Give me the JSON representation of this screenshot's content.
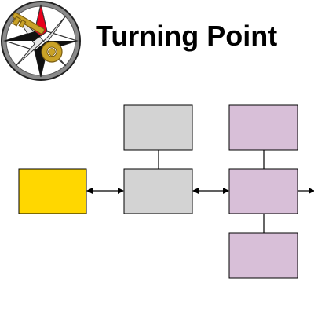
{
  "header": {
    "title": "Turning Point"
  },
  "logo": {
    "icon": "compass-key-logo"
  },
  "diagram": {
    "nodes": [
      {
        "id": "start",
        "label": "",
        "color": "#ffd700"
      },
      {
        "id": "gray-top",
        "label": "",
        "color": "#d3d3d3"
      },
      {
        "id": "gray-main",
        "label": "",
        "color": "#d3d3d3"
      },
      {
        "id": "purple-top",
        "label": "",
        "color": "#d8bfd8"
      },
      {
        "id": "purple-main",
        "label": "",
        "color": "#d8bfd8"
      },
      {
        "id": "purple-bottom",
        "label": "",
        "color": "#d8bfd8"
      }
    ],
    "edges": [
      {
        "from": "start",
        "to": "gray-main",
        "type": "bidirectional-arrow"
      },
      {
        "from": "gray-top",
        "to": "gray-main",
        "type": "line"
      },
      {
        "from": "gray-main",
        "to": "purple-main",
        "type": "bidirectional-arrow"
      },
      {
        "from": "purple-top",
        "to": "purple-main",
        "type": "line"
      },
      {
        "from": "purple-main",
        "to": "purple-bottom",
        "type": "line"
      },
      {
        "from": "purple-main",
        "to": "offscreen-right",
        "type": "arrow"
      }
    ]
  }
}
